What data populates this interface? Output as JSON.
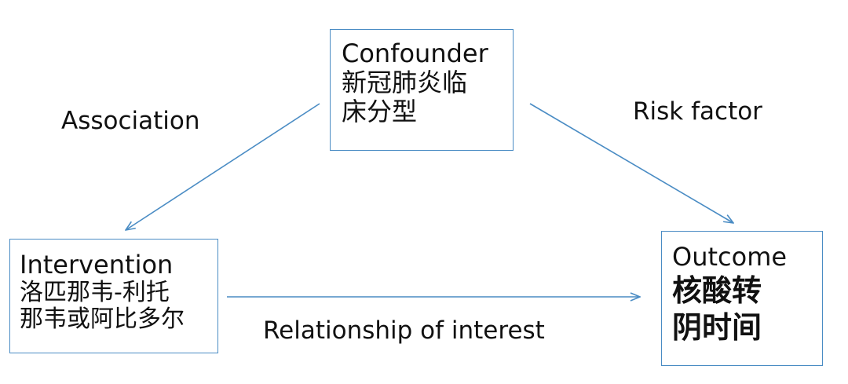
{
  "nodes": {
    "confounder": {
      "label": "Confounder",
      "line1": "新冠肺炎临",
      "line2": "床分型"
    },
    "intervention": {
      "label": "Intervention",
      "line1": "洛匹那韦-利托",
      "line2": "那韦或阿比多尔"
    },
    "outcome": {
      "label": "Outcome",
      "line1": "核酸转",
      "line2": "阴时间"
    }
  },
  "edges": {
    "association": "Association",
    "risk_factor": "Risk factor",
    "relationship": "Relationship of interest"
  },
  "colors": {
    "box_border": "#4a8cc4",
    "arrow": "#4a8cc4",
    "text": "#111111"
  }
}
